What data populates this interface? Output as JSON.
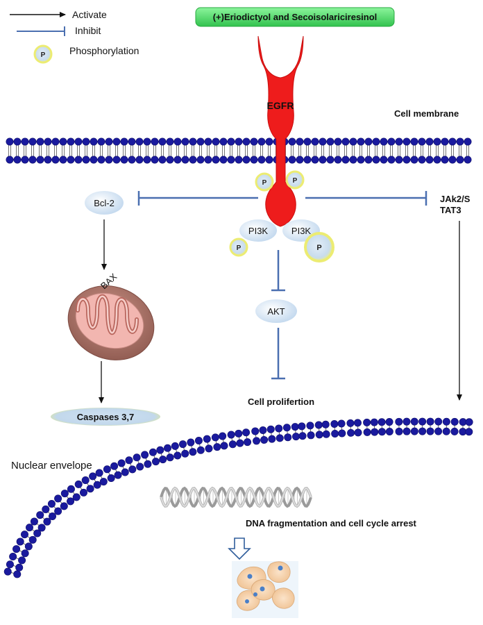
{
  "legend": {
    "activate": "Activate",
    "inhibit": "Inhibit",
    "phosphorylation": "Phosphorylation",
    "p_symbol": "P"
  },
  "ligand": "(+)Eriodictyol and Secoisolariciresinol",
  "receptor": "EGFR",
  "membrane": "Cell membrane",
  "nodes": {
    "bcl2": "Bcl-2",
    "bax": "BAX",
    "caspases": "Caspases 3,7",
    "pi3k": "PI3K",
    "akt": "AKT",
    "jak_line1": "JAk2/S",
    "jak_line2": "TAT3"
  },
  "outcomes": {
    "proliferation": "Cell prolifertion",
    "nuclear": "Nuclear envelope",
    "dna": "DNA fragmentation and cell cycle arrest"
  },
  "colors": {
    "receptor": "#ee1c1c",
    "lipid_head": "#1a1a9e",
    "inhibit_line": "#4a6fb0",
    "ligand_box": "#4cd964",
    "p_ring": "#f2f27a",
    "node_fill": "#d6e6f5",
    "mito_outer": "#a86f63",
    "mito_inner": "#f2b6b0"
  }
}
